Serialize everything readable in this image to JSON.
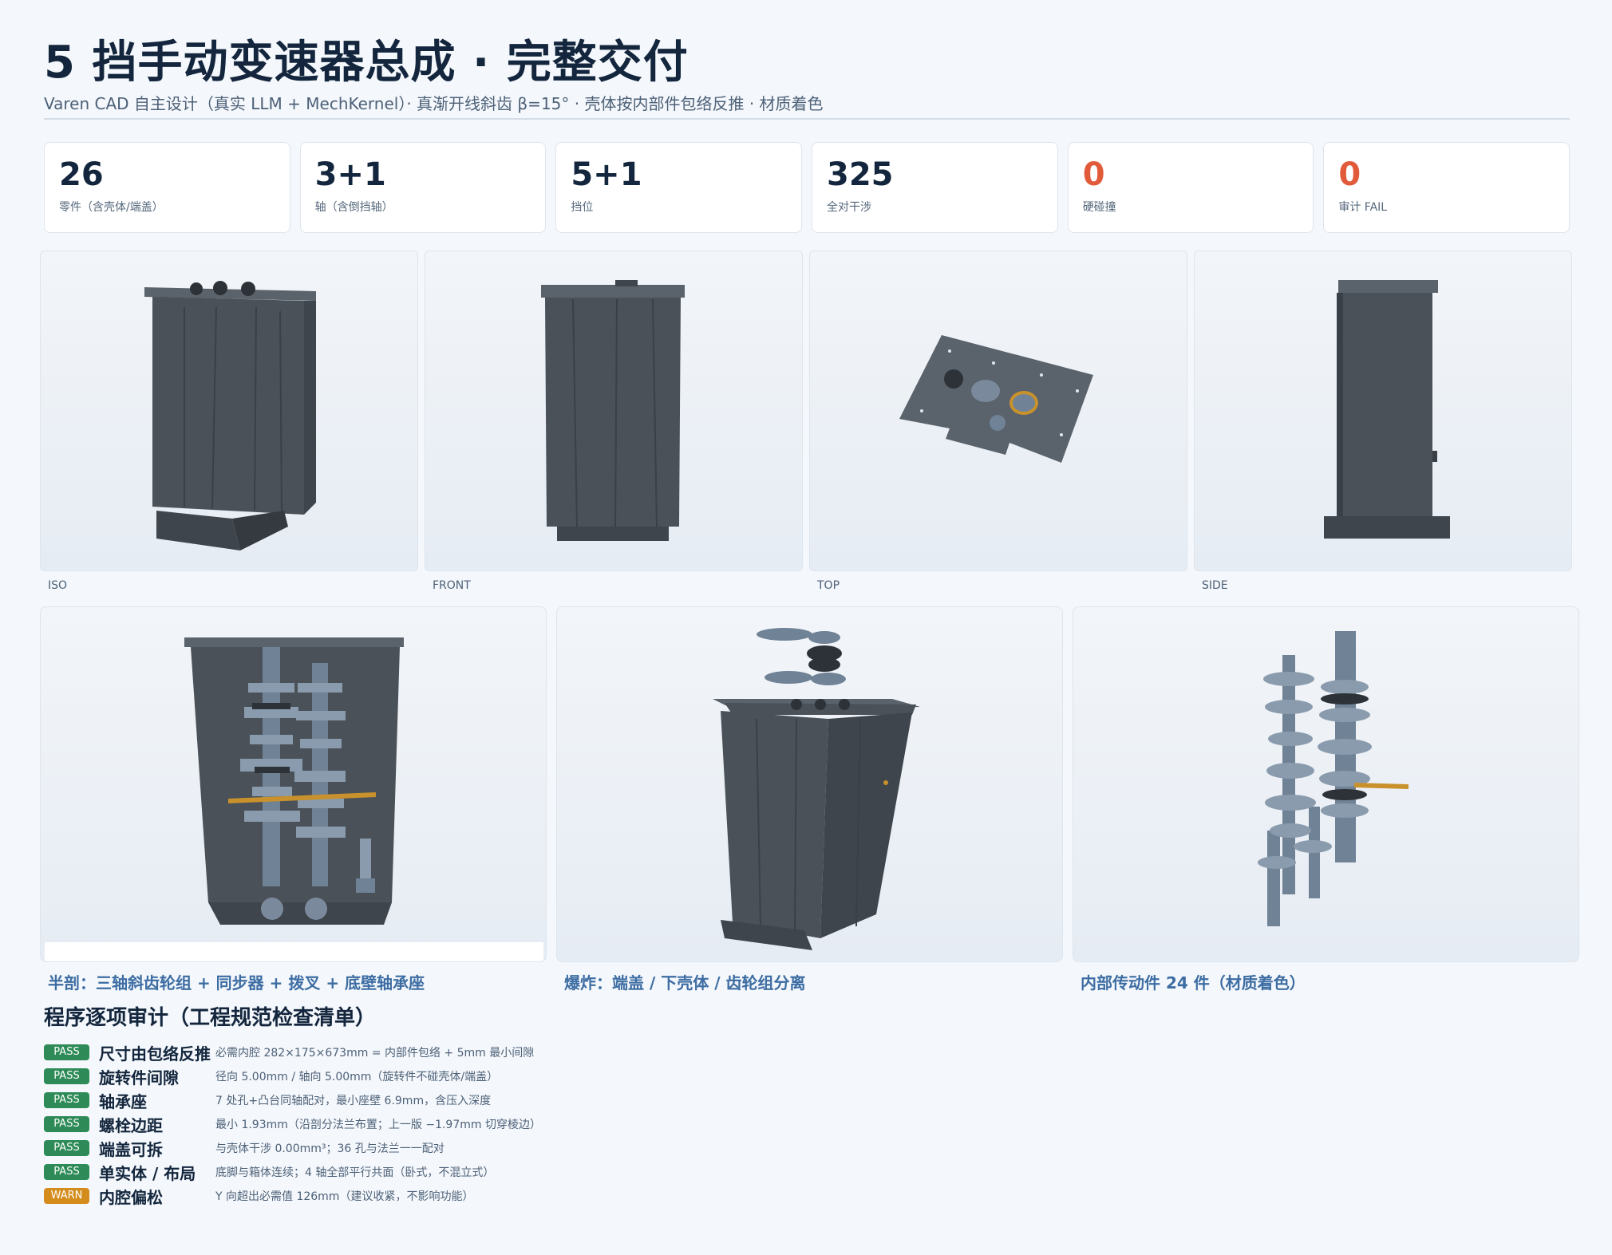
{
  "header": {
    "title": "5 挡手动变速器总成 · 完整交付",
    "subtitle": "Varen CAD 自主设计（真实 LLM + MechKernel）· 真渐开线斜齿 β=15° · 壳体按内部件包络反推 · 材质着色"
  },
  "stats": [
    {
      "value": "26",
      "label": "零件（含壳体/端盖）",
      "color": "#13263d"
    },
    {
      "value": "3+1",
      "label": "轴（含倒挡轴）",
      "color": "#13263d"
    },
    {
      "value": "5+1",
      "label": "挡位",
      "color": "#13263d"
    },
    {
      "value": "325",
      "label": "全对干涉",
      "color": "#13263d"
    },
    {
      "value": "0",
      "label": "硬碰撞",
      "color": "#e15b3b"
    },
    {
      "value": "0",
      "label": "审计 FAIL",
      "color": "#e15b3b"
    }
  ],
  "views": [
    {
      "label": "ISO"
    },
    {
      "label": "FRONT"
    },
    {
      "label": "TOP"
    },
    {
      "label": "SIDE"
    }
  ],
  "views2": [
    {
      "label": "半剖：三轴斜齿轮组 + 同步器 + 拨叉 + 底壁轴承座"
    },
    {
      "label": "爆炸：端盖 / 下壳体 / 齿轮组分离"
    },
    {
      "label": "内部传动件 24 件（材质着色）"
    }
  ],
  "audit": {
    "title": "程序逐项审计（工程规范检查清单）",
    "items": [
      {
        "status": "PASS",
        "name": "尺寸由包络反推",
        "detail": "必需内腔 282×175×673mm = 内部件包络 + 5mm 最小间隙"
      },
      {
        "status": "PASS",
        "name": "旋转件间隙",
        "detail": "径向 5.00mm / 轴向 5.00mm（旋转件不碰壳体/端盖）"
      },
      {
        "status": "PASS",
        "name": "轴承座",
        "detail": "7 处孔+凸台同轴配对，最小座壁 6.9mm，含压入深度"
      },
      {
        "status": "PASS",
        "name": "螺栓边距",
        "detail": "最小 1.93mm（沿剖分法兰布置；上一版 −1.97mm 切穿棱边）"
      },
      {
        "status": "PASS",
        "name": "端盖可拆",
        "detail": "与壳体干涉 0.00mm³；36 孔与法兰一一配对"
      },
      {
        "status": "PASS",
        "name": "单实体 / 布局",
        "detail": "底脚与箱体连续；4 轴全部平行共面（卧式，不混立式）"
      },
      {
        "status": "WARN",
        "name": "内腔偏松",
        "detail": "Y 向超出必需值 126mm（建议收紧，不影响功能）"
      }
    ]
  },
  "colors": {
    "housing": "#4a5159",
    "housing_light": "#5a626b",
    "gear": "#6f8296",
    "gear_light": "#8a9bad",
    "brass": "#c8912c",
    "pass": "#2e8b57",
    "warn": "#d48c1c"
  }
}
